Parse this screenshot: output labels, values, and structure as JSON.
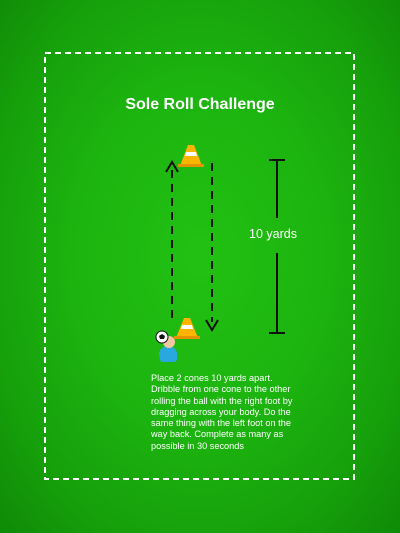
{
  "drill": {
    "title": "Sole Roll Challenge",
    "distance_label": "10 yards",
    "instructions": "Place 2 cones 10 yards apart. Dribble from one cone to the other rolling the ball with the right foot by dragging across your body. Do the same thing with the left foot on the way back. Complete as many as possible in 30 seconds"
  },
  "colors": {
    "field": "#1cb30f",
    "lines": "#ffffff",
    "cone": "#ffb400",
    "cone_stripe": "#ffffff",
    "player_shirt": "#29a8e0",
    "marker": "#000000"
  },
  "icons": {
    "cone": "cone-icon",
    "player": "player-icon",
    "ball": "soccer-ball-icon",
    "path_up": "dashed-arrow-up-icon",
    "path_down": "dashed-arrow-down-icon",
    "distance": "measure-line-icon"
  }
}
